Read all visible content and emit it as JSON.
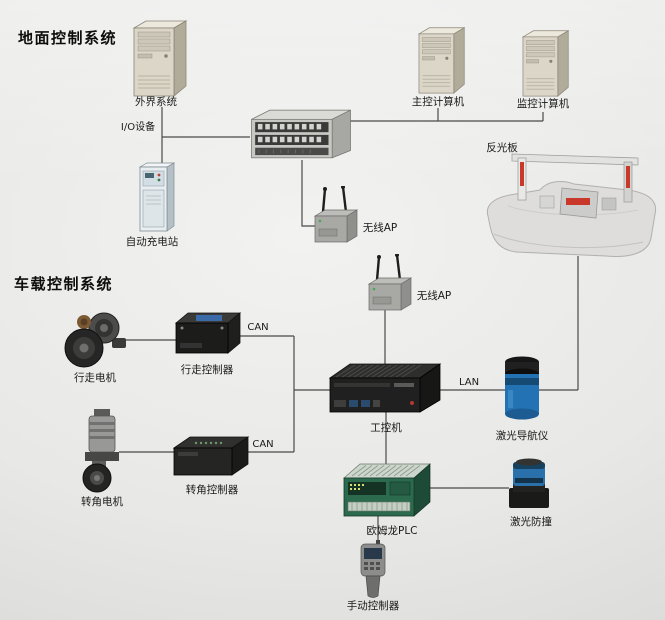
{
  "titles": {
    "ground": "地面控制系统",
    "vehicle": "车载控制系统"
  },
  "nodes": {
    "external_system": "外界系统",
    "main_computer": "主控计算机",
    "monitor_computer": "监控计算机",
    "reflector": "反光板",
    "charging_station": "自动充电站",
    "wireless_ap_ground": "无线AP",
    "wireless_ap_vehicle": "无线AP",
    "travel_motor": "行走电机",
    "travel_controller": "行走控制器",
    "ipc": "工控机",
    "laser_navigator": "激光导航仪",
    "steering_motor": "转角电机",
    "steering_controller": "转角控制器",
    "omron_plc": "欧姆龙PLC",
    "laser_anticollision": "激光防撞",
    "manual_controller": "手动控制器"
  },
  "edge_labels": {
    "io_device": "I/O设备",
    "can_travel": "CAN",
    "can_steering": "CAN",
    "lan": "LAN"
  },
  "colors": {
    "line": "#4a4a4a",
    "label_text": "#1b1b1b",
    "reflector_red": "#c8392c",
    "laser_blue": "#2373b4",
    "plc_green": "#2c6a4e",
    "tower_beige": "#dbd6c7",
    "background": "#e8e8e6"
  }
}
